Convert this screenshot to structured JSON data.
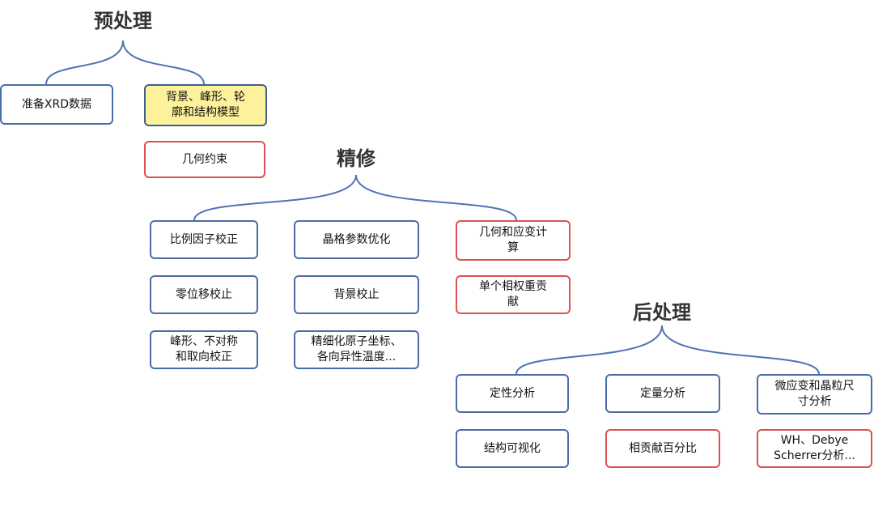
{
  "pre": {
    "title": "预处理",
    "nodes": [
      {
        "text": "准备XRD数据"
      },
      {
        "text": "背景、峰形、轮\n廓和结构模型"
      },
      {
        "text": "几何约束"
      }
    ]
  },
  "ref": {
    "title": "精修",
    "nodes": [
      {
        "text": "比例因子校正"
      },
      {
        "text": "晶格参数优化"
      },
      {
        "text": "几何和应变计\n算"
      },
      {
        "text": "零位移校止"
      },
      {
        "text": "背景校止"
      },
      {
        "text": "单个相权重贡\n献"
      },
      {
        "text": "峰形、不对称\n和取向校正"
      },
      {
        "text": "精细化原子坐标、\n各向异性温度..."
      }
    ]
  },
  "post": {
    "title": "后处理",
    "nodes": [
      {
        "text": "定性分析"
      },
      {
        "text": "定量分析"
      },
      {
        "text": "微应变和晶粒尺\n寸分析"
      },
      {
        "text": "结构可视化"
      },
      {
        "text": "相贡献百分比"
      },
      {
        "text": "WH、Debye\nScherrer分析..."
      }
    ]
  },
  "colors": {
    "blue_border": "#4a6da7",
    "red_border": "#d9534f",
    "highlight_fill": "#fdf29b"
  }
}
